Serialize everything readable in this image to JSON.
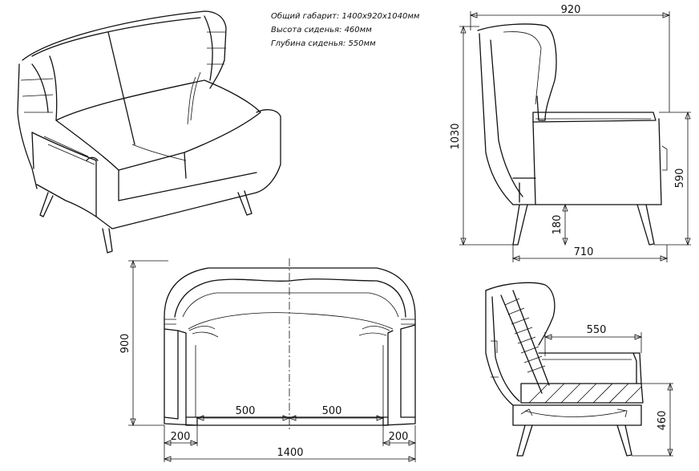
{
  "notes": {
    "overall": "Общий габарит: 1400х920х1040мм",
    "seat_height": "Высота сиденья: 460мм",
    "seat_depth": "Глубина сиденья: 550мм"
  },
  "dimensions": {
    "side_depth": "920",
    "side_height": "1030",
    "side_arm": "590",
    "side_leg": "180",
    "side_base": "710",
    "front_height": "900",
    "front_seat_left": "500",
    "front_seat_right": "500",
    "front_arm_left": "200",
    "front_arm_right": "200",
    "front_width": "1400",
    "section_seat_depth": "550",
    "section_seat_height": "460"
  }
}
